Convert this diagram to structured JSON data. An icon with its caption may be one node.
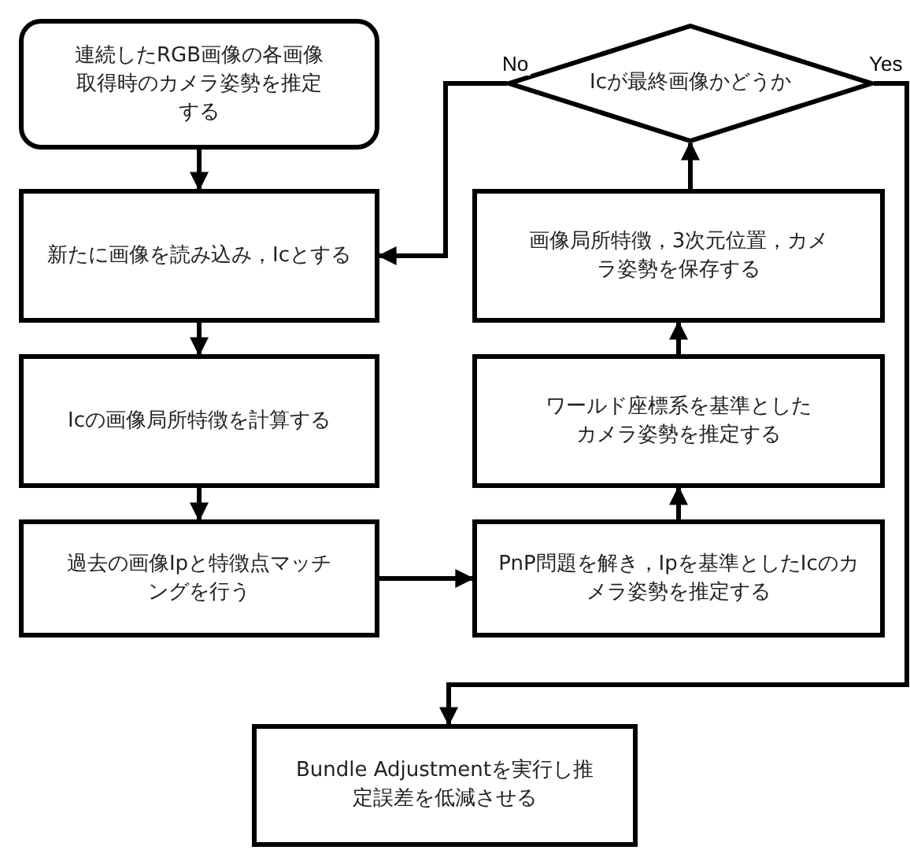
{
  "diagram": {
    "nodes": [
      {
        "text": [
          "連続したRGB画像の各画像取得時のカメラ姿勢を推定する"
        ]
      },
      {
        "text": [
          "新たに画像を読み込み，Icとする"
        ]
      },
      {
        "text": [
          "Icの画像局所特徴を計算する"
        ]
      },
      {
        "text": [
          "過去の画像Ipと特徴点マッチングを行う"
        ]
      },
      {
        "text": [
          "PnP問題を解き，Ipを基準としたIcのカメラ姿勢を推定する"
        ]
      },
      {
        "text": [
          "ワールド座標系を基準としたカメラ姿勢を推定する"
        ]
      },
      {
        "text": [
          "画像局所特徴，3次元位置，カメラ姿勢を保存する"
        ]
      },
      {
        "text": [
          "Icが最終画像かどうか"
        ]
      },
      {
        "text": [
          "Bundle Adjustmentを実行し推定誤差を低減させる"
        ]
      }
    ],
    "edges": [
      {
        "from": 0,
        "to": 1,
        "arrow": "to"
      },
      {
        "from": 1,
        "to": 2,
        "arrow": "to"
      },
      {
        "from": 2,
        "to": 3,
        "arrow": "to"
      },
      {
        "from": 3,
        "to": 4,
        "arrow": "to"
      },
      {
        "from": 4,
        "to": 5,
        "arrow": "to"
      },
      {
        "from": 5,
        "to": 6,
        "arrow": "to"
      },
      {
        "from": 6,
        "to": 7,
        "arrow": "to"
      },
      {
        "from": 7,
        "to": 1,
        "arrow": "to",
        "label": "No"
      },
      {
        "from": 7,
        "to": 8,
        "arrow": "to",
        "label": "Yes"
      }
    ]
  }
}
